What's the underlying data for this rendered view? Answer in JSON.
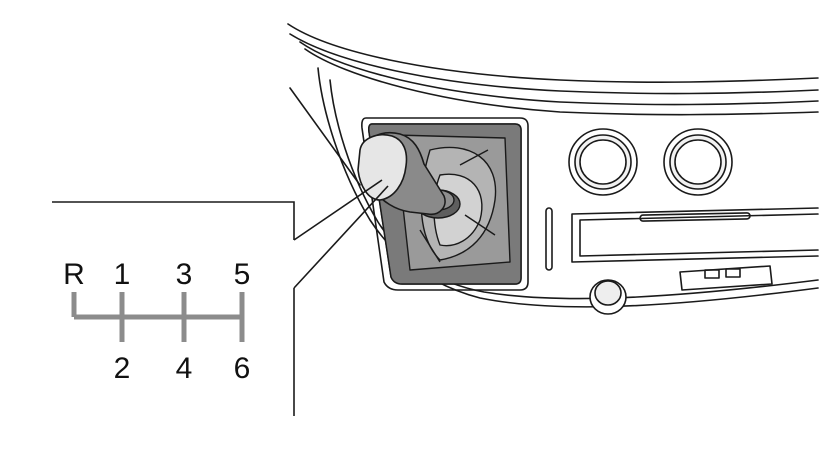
{
  "shift_pattern": {
    "top_row": [
      "R",
      "1",
      "3",
      "5"
    ],
    "bottom_row": [
      "2",
      "4",
      "6"
    ]
  },
  "colors": {
    "line": "#1a1a1a",
    "gate": "#8c8c8c",
    "boot_dark": "#6e6e6e",
    "boot_mid": "#9a9a9a",
    "boot_light": "#c9c9c9",
    "knob": "#e4e4e4",
    "knob_shadow": "#8a8a8a"
  }
}
